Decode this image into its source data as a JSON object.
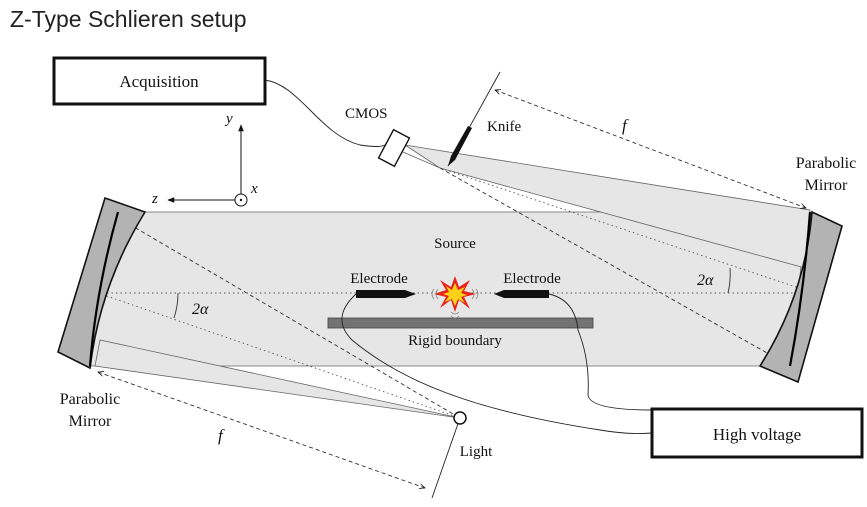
{
  "title": "Z-Type Schlieren setup",
  "boxes": {
    "acquisition": "Acquisition",
    "high_voltage": "High voltage"
  },
  "labels": {
    "cmos": "CMOS",
    "knife": "Knife",
    "source": "Source",
    "electrode_left": "Electrode",
    "electrode_right": "Electrode",
    "rigid_boundary": "Rigid boundary",
    "light": "Light",
    "mirror_right_line1": "Parabolic",
    "mirror_right_line2": "Mirror",
    "mirror_left_line1": "Parabolic",
    "mirror_left_line2": "Mirror",
    "focal_top": "f",
    "focal_bottom": "f",
    "angle_right": "2α",
    "angle_left": "2α"
  },
  "axes": {
    "y": "y",
    "z": "z",
    "x": "x"
  },
  "colors": {
    "beam_fill": "#e6e6e6",
    "mirror_fill": "#b3b3b3",
    "boundary_fill": "#737373",
    "spark_outer": "#e8231b",
    "spark_inner": "#ffd21a"
  }
}
